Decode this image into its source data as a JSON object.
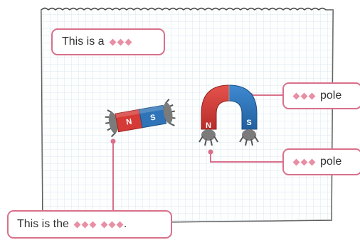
{
  "colors": {
    "paper": "#f8fbfd",
    "grid": "#bcd3e4",
    "outline": "#4a4a4a",
    "accent": "#d9708a",
    "north_red": "#d63a36",
    "south_blue": "#2f74b8"
  },
  "labels": {
    "top_left": {
      "prefix": "This is a",
      "blank": "◆◆◆"
    },
    "top_right": {
      "blank": "◆◆◆",
      "suffix": "pole"
    },
    "bottom_right": {
      "blank": "◆◆◆",
      "suffix": "pole"
    },
    "bottom_left": {
      "prefix": "This is the",
      "blank": "◆◆◆ ◆◆◆",
      "end": "."
    }
  },
  "magnets": {
    "bar": {
      "north_letter": "N",
      "south_letter": "S"
    },
    "horseshoe": {
      "north_letter": "N",
      "south_letter": "S"
    }
  }
}
